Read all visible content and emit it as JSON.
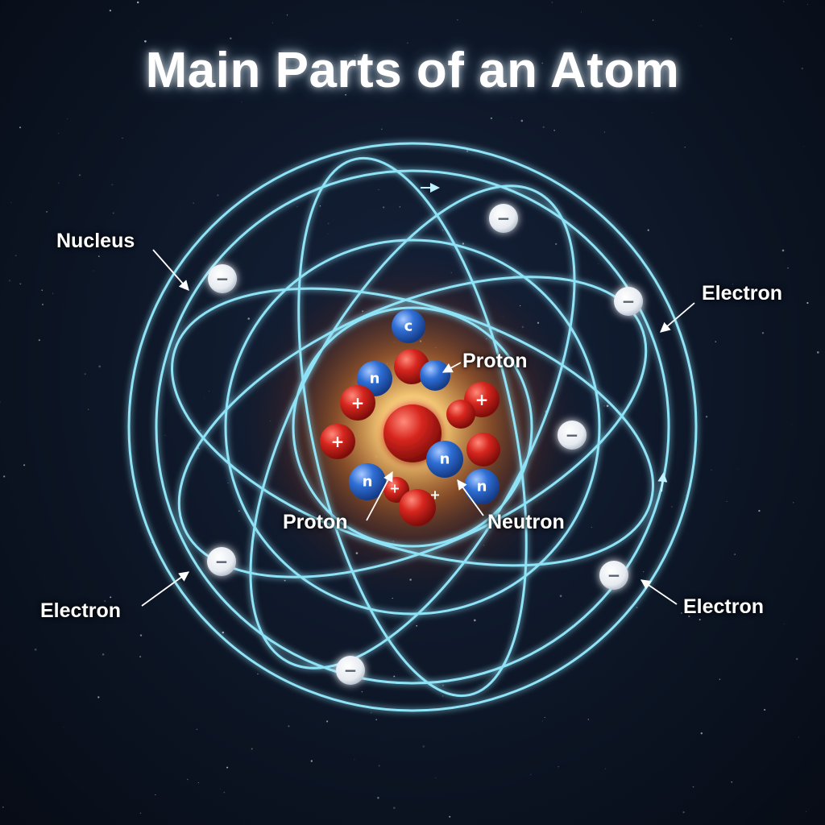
{
  "title": "Main Parts of an Atom",
  "labels": {
    "nucleus": "Nucleus",
    "electron_right_top": "Electron",
    "electron_left_bottom": "Electron",
    "electron_right_bottom": "Electron",
    "proton_top": "Proton",
    "proton_bottom": "Proton",
    "neutron": "Neutron"
  },
  "symbols": {
    "electron": "−",
    "proton": "+",
    "neutron": "n",
    "core": "c"
  },
  "colors": {
    "background": "#0b1220",
    "orbit": "#8fe3f7",
    "proton": "#d7261e",
    "neutron": "#2f6fd6",
    "electron": "#e6ebf1",
    "nucleus_glow": "#ffd27a"
  }
}
